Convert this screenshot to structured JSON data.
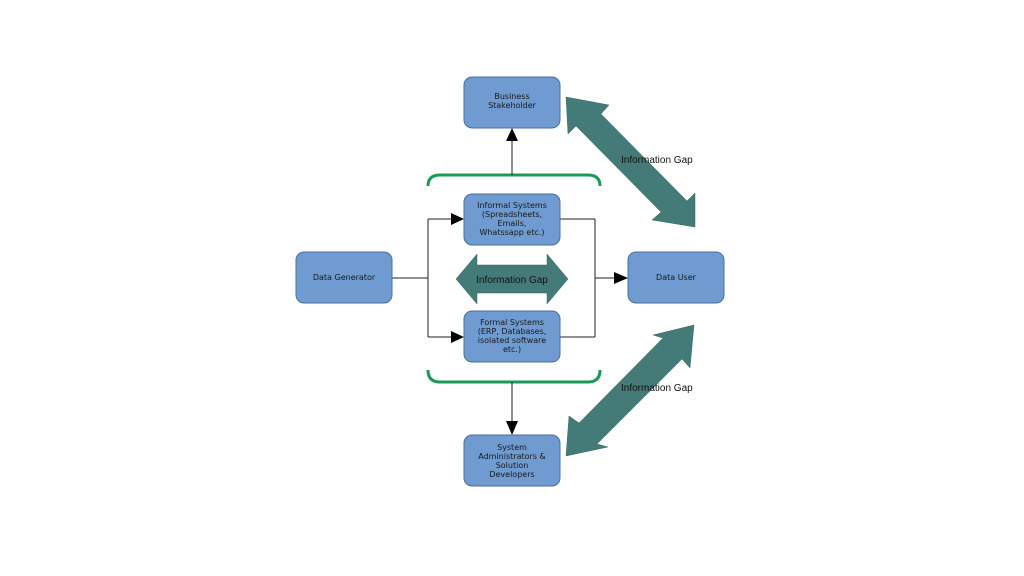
{
  "colors": {
    "box_fill": "#6f9bd1",
    "box_stroke": "#4a6f9e",
    "gap_arrow": "#447a78",
    "brace": "#1a9a5a",
    "connector": "#222222"
  },
  "nodes": {
    "business_stakeholder": {
      "lines": [
        "Business",
        "Stakeholder"
      ]
    },
    "informal_systems": {
      "lines": [
        "Informal Systems",
        "(Spreadsheets,",
        "Emails,",
        "Whatssapp etc.)"
      ]
    },
    "formal_systems": {
      "lines": [
        "Formal Systems",
        "(ERP, Databases,",
        "isolated software",
        "etc.)"
      ]
    },
    "system_admins": {
      "lines": [
        "System",
        "Administrators &",
        "Solution",
        "Developers"
      ]
    },
    "data_generator": {
      "lines": [
        "Data Generator"
      ]
    },
    "data_user": {
      "lines": [
        "Data User"
      ]
    }
  },
  "gap_arrows": {
    "center": {
      "label": "Information Gap"
    },
    "upper_right": {
      "label": "Information Gap"
    },
    "lower_right": {
      "label": "Information Gap"
    }
  }
}
